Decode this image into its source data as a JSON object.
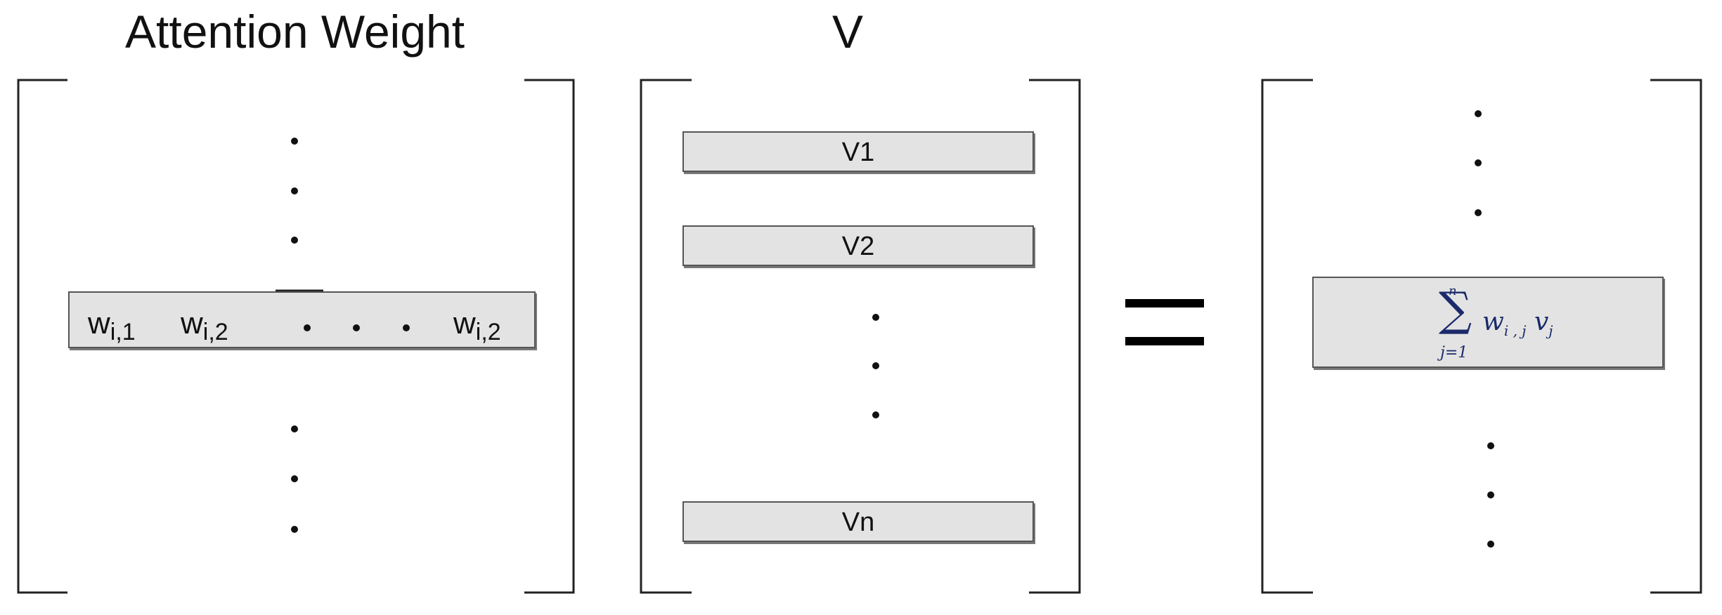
{
  "titles": {
    "attention_weight": "Attention Weight",
    "v": "V"
  },
  "weight_row": {
    "terms": [
      {
        "base": "w",
        "sub": "i,1"
      },
      {
        "base": "w",
        "sub": "i,2"
      },
      {
        "base": "w",
        "sub": "i,2"
      }
    ]
  },
  "v_rows": [
    "V1",
    "V2",
    "Vn"
  ],
  "equals_sign": "=",
  "result": {
    "sigma": "∑",
    "upper_limit": "n",
    "lower_limit": "j=1",
    "term_w": "w",
    "term_w_sub": "i , j",
    "term_v": "v",
    "term_v_sub": "j"
  }
}
